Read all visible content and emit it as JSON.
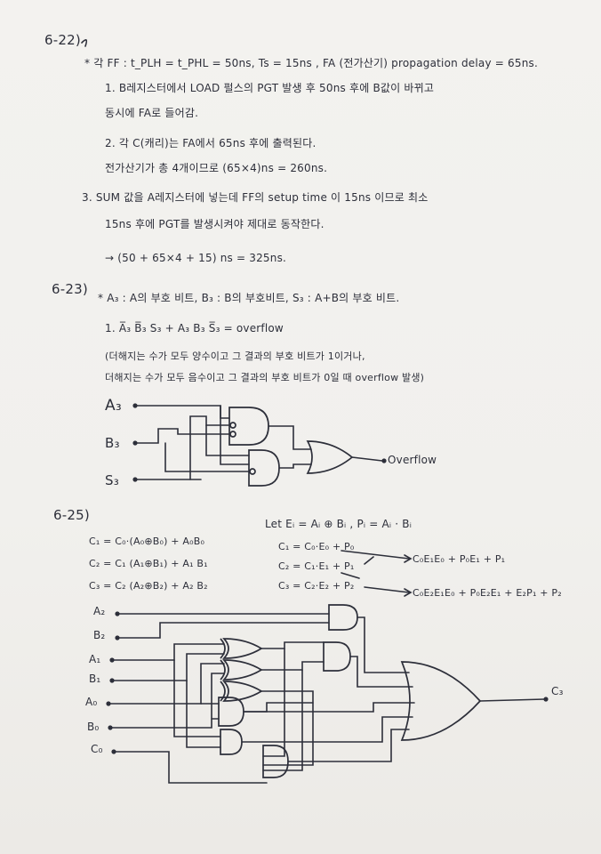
{
  "p622": {
    "label": "6-22)",
    "line0": "* 각 FF : t_PLH = t_PHL = 50ns,  Ts = 15ns ,  FA (전가산기) propagation delay = 65ns.",
    "item1a": "1. B레지스터에서 LOAD 펄스의 PGT 발생 후 50ns 후에 B값이 바뀌고",
    "item1b": "동시에 FA로 들어감.",
    "item2a": "2. 각 C(캐리)는 FA에서 65ns 후에 출력된다.",
    "item2b": "전가산기가 총 4개이므로 (65×4)ns = 260ns.",
    "item3a": "3. SUM 값을 A레지스터에 넣는데 FF의 setup time 이 15ns 이므로 최소",
    "item3b": "15ns 후에 PGT를 발생시켜야 제대로 동작한다.",
    "result": "→ (50 + 65×4 + 15) ns   =   325ns."
  },
  "p623": {
    "label": "6-23)",
    "defs": "* A₃ : A의 부호 비트,  B₃ : B의 부호비트,  S₃ : A+B의 부호 비트.",
    "eq": "1. A̅₃ B̅₃ S₃ + A₃ B₃ S̅₃  = overflow",
    "note1": "(더해지는 수가 모두 양수이고 그 결과의 부호 비트가 1이거나,",
    "note2": "더해지는 수가 모두 음수이고 그 결과의 부호 비트가 0일 때 overflow 발생)",
    "in_a3": "A₃",
    "in_b3": "B₃",
    "in_s3": "S₃",
    "out": "Overflow"
  },
  "p625": {
    "label": "6-25)",
    "let": "Let  Eᵢ = Aᵢ ⊕ Bᵢ ,   Pᵢ = Aᵢ · Bᵢ",
    "c1": "C₁ = C₀·(A₀⊕B₀) + A₀B₀",
    "c2": "C₂ = C₁ (A₁⊕B₁) + A₁ B₁",
    "c3": "C₃ = C₂ (A₂⊕B₂) + A₂ B₂",
    "g1": "C₁ = C₀·E₀ + P₀",
    "g2": "C₂ = C₁·E₁ + P₁",
    "g3": "C₃ = C₂·E₂ + P₂",
    "r2": "C₀E₁E₀ + P₀E₁ + P₁",
    "r3": "C₀E₂E₁E₀ + P₀E₂E₁ + E₂P₁ + P₂",
    "in_a2": "A₂",
    "in_b2": "B₂",
    "in_a1": "A₁",
    "in_b1": "B₁",
    "in_a0": "A₀",
    "in_b0": "B₀",
    "in_c0": "C₀",
    "out": "C₃"
  }
}
